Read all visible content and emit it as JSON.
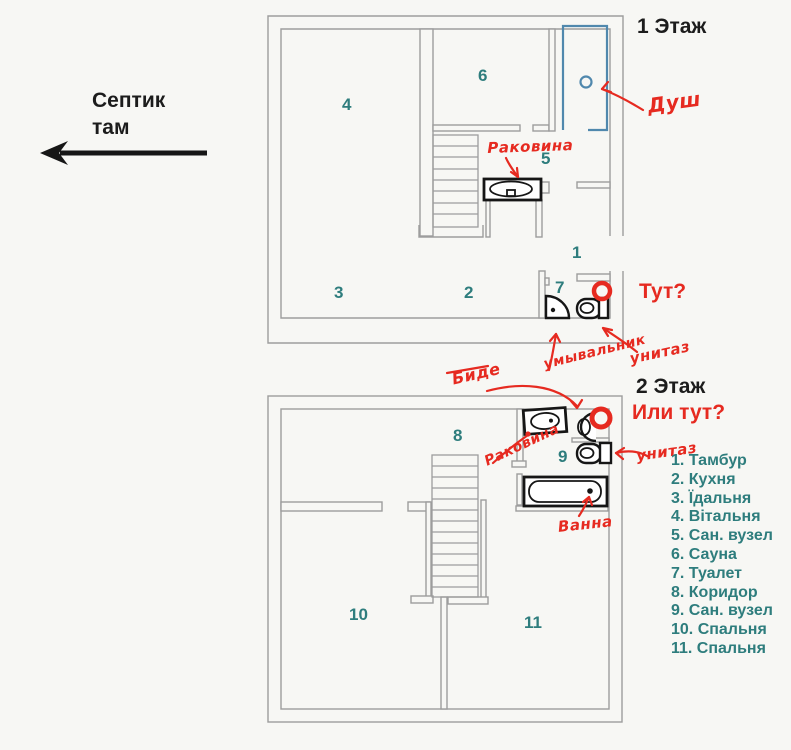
{
  "septic": {
    "line1": "Септик",
    "line2": "там"
  },
  "floor1": {
    "title": "1 Этаж",
    "rooms": {
      "r1": "1",
      "r2": "2",
      "r3": "3",
      "r4": "4",
      "r5": "5",
      "r6": "6",
      "r7": "7"
    },
    "annotations": {
      "sink": "Раковина",
      "shower": "Душ",
      "here": "Тут?",
      "washbasin": "умывальник",
      "toilet": "унитаз"
    }
  },
  "floor2": {
    "title": "2 Этаж",
    "rooms": {
      "r8": "8",
      "r9": "9",
      "r10": "10",
      "r11": "11"
    },
    "annotations": {
      "or_here": "Или тут?",
      "bidet": "Биде",
      "sink": "Раковина",
      "toilet": "унитаз",
      "bath": "Ванна"
    }
  },
  "legend": {
    "items": [
      "1. Тамбур",
      "2. Кухня",
      "3. Їдальня",
      "4. Вітальня",
      "5. Сан. вузел",
      "6. Сауна",
      "7. Туалет",
      "8. Коридор",
      "9. Сан. вузел",
      "10. Спальня",
      "11. Спальня"
    ]
  },
  "colors": {
    "annotation_red": "#e62a20",
    "room_label_teal": "#2e7d7d",
    "wall_gray": "#9d9d9d",
    "fixture_black": "#161616",
    "shower_blue": "#5088ad",
    "background": "#f7f7f4"
  }
}
